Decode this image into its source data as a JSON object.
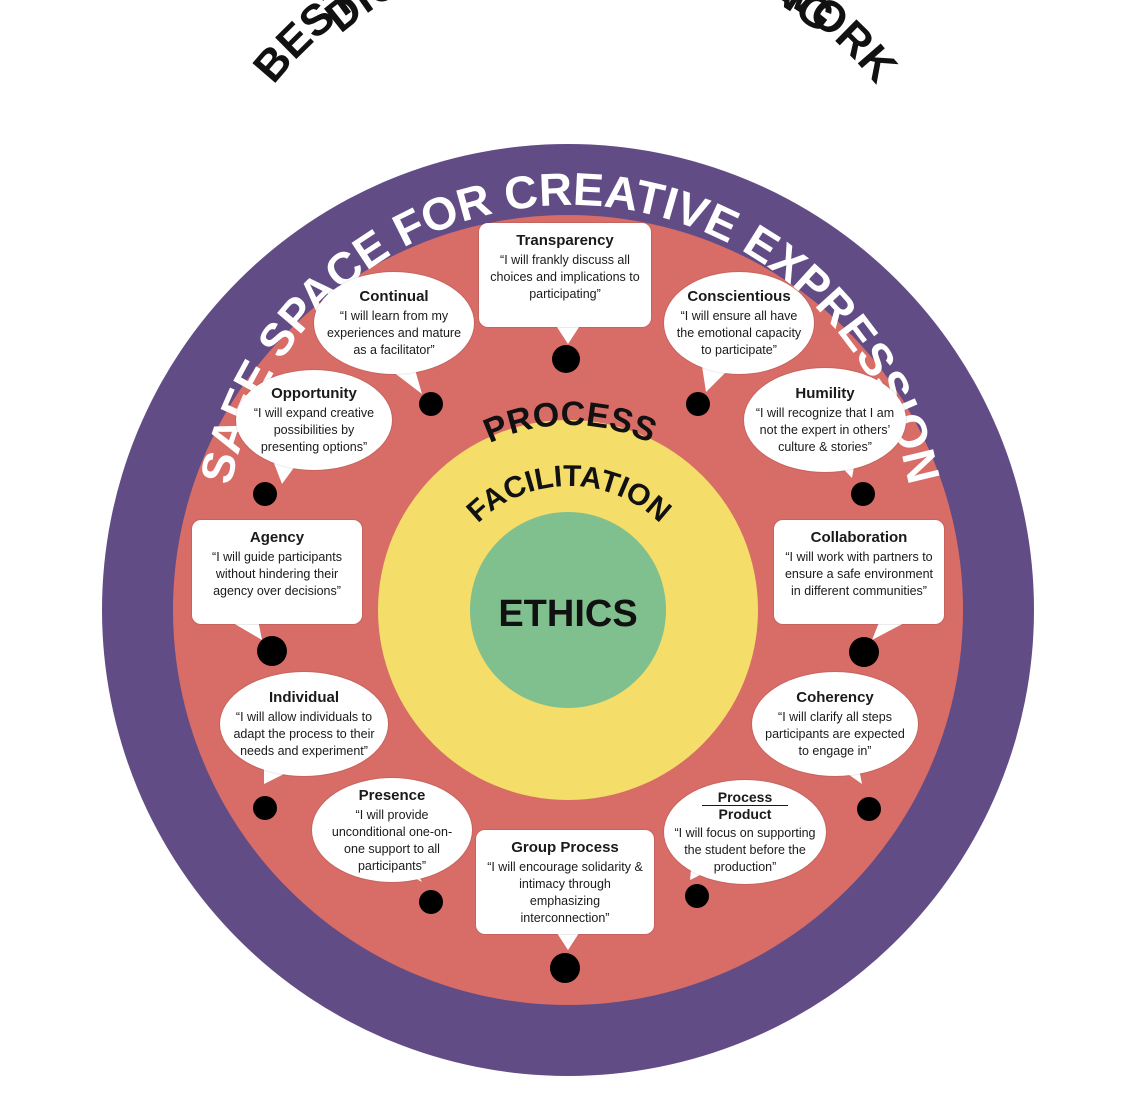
{
  "title": {
    "line1": "DIGITAL STORYTELLING",
    "line2": "BEST PRACTICES FRAMEWORK"
  },
  "rings": {
    "outer": "SAFE SPACE FOR CREATIVE EXPRESSION",
    "process": "PROCESS",
    "facilitation": "FACILITATION",
    "core": "ETHICS"
  },
  "colors": {
    "outer_ring": "#624c86",
    "process_ring": "#d86c66",
    "facilitation_ring": "#f5dd6a",
    "ethics_core": "#7fc08e",
    "bubble": "#ffffff",
    "text_dark": "#111111",
    "text_light": "#ffffff"
  },
  "principles": [
    {
      "id": "transparency",
      "title": "Transparency",
      "quote": "“I will frankly discuss all choices and implications to participating”"
    },
    {
      "id": "conscientious",
      "title": "Conscientious",
      "quote": "“I will ensure all have the emotional capacity to participate”"
    },
    {
      "id": "humility",
      "title": "Humility",
      "quote": "“I will recognize that I am not the expert in others’ culture & stories”"
    },
    {
      "id": "collaboration",
      "title": "Collaboration",
      "quote": "“I will work with partners to ensure a safe environment in different communities”"
    },
    {
      "id": "coherency",
      "title": "Coherency",
      "quote": "“I will clarify all steps participants are expected to engage in”"
    },
    {
      "id": "process-product",
      "title_top": "Process",
      "title_bottom": "Product",
      "quote": "“I will focus on supporting the student before the production”"
    },
    {
      "id": "group-process",
      "title": "Group Process",
      "quote": "“I will encourage solidarity & intimacy through emphasizing interconnection”"
    },
    {
      "id": "presence",
      "title": "Presence",
      "quote": "“I will provide unconditional one-on-one support to all participants”"
    },
    {
      "id": "individual",
      "title": "Individual",
      "quote": "“I will allow individuals to adapt the process to their needs and experiment”"
    },
    {
      "id": "agency",
      "title": "Agency",
      "quote": "“I will guide participants without hindering their agency over decisions”"
    },
    {
      "id": "opportunity",
      "title": "Opportunity",
      "quote": "“I will expand creative possibilities by presenting options”"
    },
    {
      "id": "continual",
      "title": "Continual",
      "quote": "“I will learn from my experiences and mature as a facilitator”"
    }
  ]
}
